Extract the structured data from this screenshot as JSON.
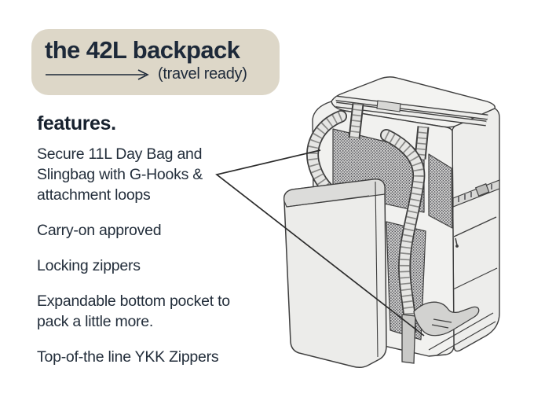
{
  "badge": {
    "title": "the 42L backpack",
    "subtitle": "(travel ready)"
  },
  "features": {
    "heading": "features.",
    "items": [
      "Secure 11L Day Bag and Slingbag with G-Hooks & attachment loops",
      "Carry-on approved",
      "Locking zippers",
      "Expandable bottom pocket to pack a little more.",
      "Top-of-the line YKK Zippers"
    ]
  },
  "colors": {
    "background": "#ffffff",
    "badge_background": "#ddd7c8",
    "text_navy": "#1d2939",
    "body_text": "#232e3b",
    "line_art_stroke": "#3f3f3f",
    "callout_line": "#2b2b2b"
  }
}
